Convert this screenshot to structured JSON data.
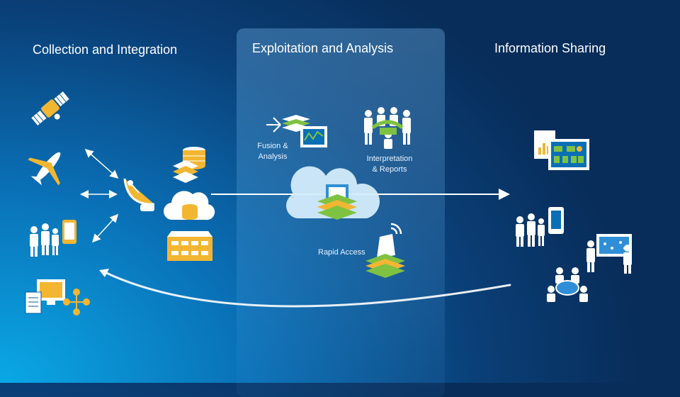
{
  "columns": {
    "collection": "Collection and Integration",
    "exploitation": "Exploitation and Analysis",
    "sharing": "Information Sharing"
  },
  "labels": {
    "fusion_line1": "Fusion &",
    "fusion_line2": "Analysis",
    "interp_line1": "Interpretation",
    "interp_line2": "& Reports",
    "rapid": "Rapid Access"
  },
  "colors": {
    "accent_yellow": "#f2b632",
    "accent_green": "#7fc241",
    "icon_white": "#ffffff"
  }
}
